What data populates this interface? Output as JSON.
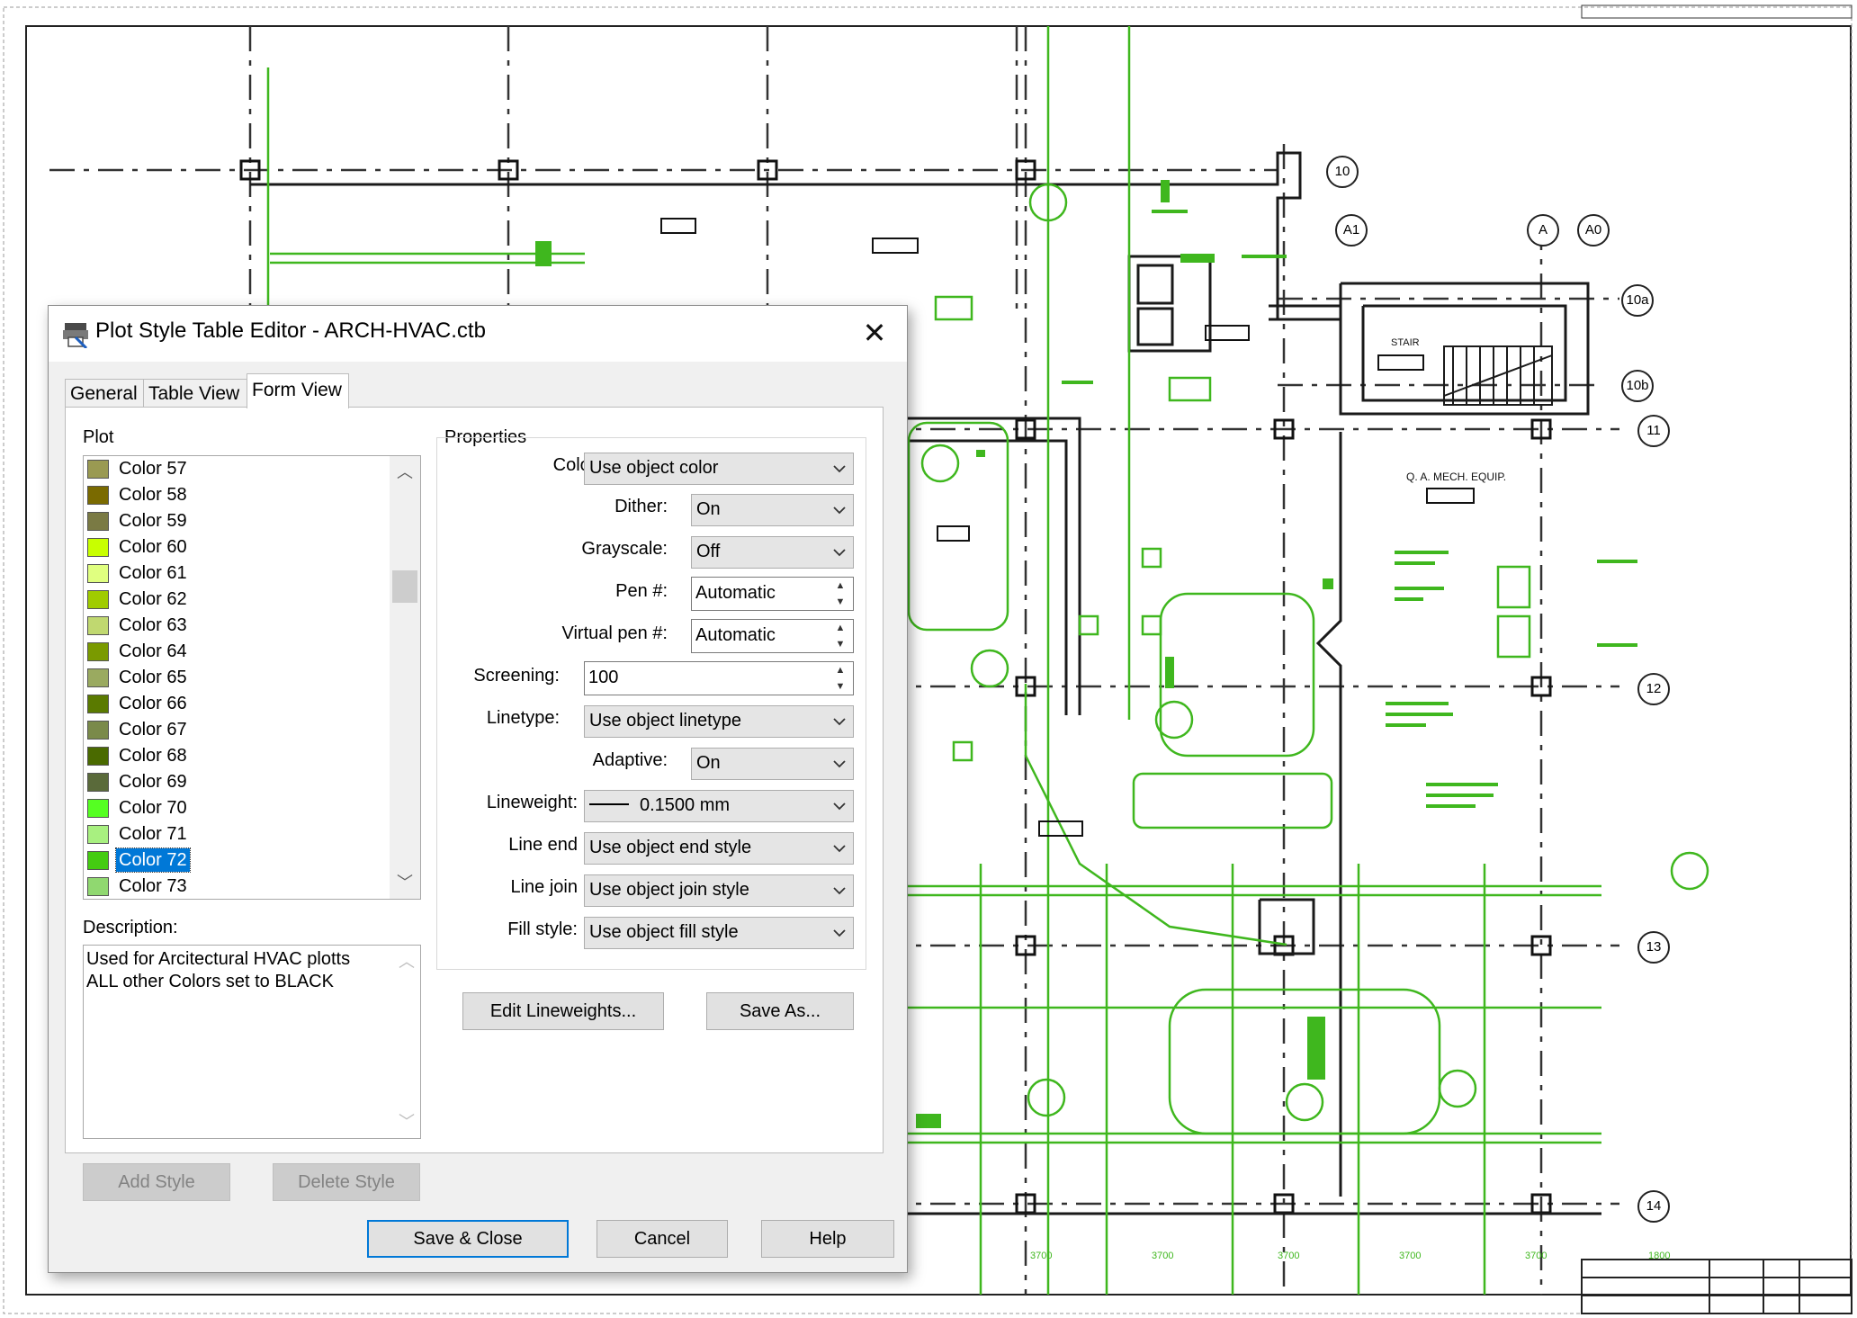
{
  "dialog": {
    "title": "Plot Style Table Editor - ARCH-HVAC.ctb",
    "close_glyph": "✕",
    "tabs": [
      {
        "label": "General",
        "active": false
      },
      {
        "label": "Table View",
        "active": false
      },
      {
        "label": "Form View",
        "active": true
      }
    ]
  },
  "plot": {
    "label": "Plot",
    "items": [
      {
        "label": "Color 57",
        "color": "#9a9a52"
      },
      {
        "label": "Color 58",
        "color": "#7a6a00"
      },
      {
        "label": "Color 59",
        "color": "#7a7a44"
      },
      {
        "label": "Color 60",
        "color": "#c8ff00"
      },
      {
        "label": "Color 61",
        "color": "#e0ff80"
      },
      {
        "label": "Color 62",
        "color": "#a0cc00"
      },
      {
        "label": "Color 63",
        "color": "#c0d870"
      },
      {
        "label": "Color 64",
        "color": "#7a9a00"
      },
      {
        "label": "Color 65",
        "color": "#9aaa60"
      },
      {
        "label": "Color 66",
        "color": "#5a7a00"
      },
      {
        "label": "Color 67",
        "color": "#7a8a4a"
      },
      {
        "label": "Color 68",
        "color": "#4a6a00"
      },
      {
        "label": "Color 69",
        "color": "#5a6a3a"
      },
      {
        "label": "Color 70",
        "color": "#55ff22"
      },
      {
        "label": "Color 71",
        "color": "#a8f080"
      },
      {
        "label": "Color 72",
        "color": "#44cc11",
        "selected": true
      },
      {
        "label": "Color 73",
        "color": "#90d870"
      }
    ]
  },
  "description": {
    "label": "Description:",
    "lines": [
      "Used for Arcitectural HVAC plotts",
      "ALL other Colors set to BLACK"
    ]
  },
  "buttons": {
    "add_style": "Add Style",
    "delete_style": "Delete Style",
    "edit_lineweights": "Edit Lineweights...",
    "save_as": "Save As...",
    "save_close": "Save & Close",
    "cancel": "Cancel",
    "help": "Help"
  },
  "properties": {
    "label": "Properties",
    "color": {
      "label": "Color:",
      "value": "Use object color"
    },
    "dither": {
      "label": "Dither:",
      "value": "On"
    },
    "grayscale": {
      "label": "Grayscale:",
      "value": "Off"
    },
    "pen": {
      "label": "Pen #:",
      "value": "Automatic"
    },
    "virtual_pen": {
      "label": "Virtual pen #:",
      "value": "Automatic"
    },
    "screening": {
      "label": "Screening:",
      "value": "100"
    },
    "linetype": {
      "label": "Linetype:",
      "value": "Use object linetype"
    },
    "adaptive": {
      "label": "Adaptive:",
      "value": "On"
    },
    "lineweight": {
      "label": "Lineweight:",
      "value": "0.1500 mm"
    },
    "line_end": {
      "label": "Line end",
      "value": "Use object end style"
    },
    "line_join": {
      "label": "Line join",
      "value": "Use object join style"
    },
    "fill_style": {
      "label": "Fill style:",
      "value": "Use object fill style"
    }
  },
  "drawing": {
    "grid_bubbles": [
      "10",
      "A1",
      "A",
      "A0",
      "10a",
      "10b",
      "11",
      "12",
      "13",
      "14"
    ],
    "room_tags": [
      "STAIR",
      "Q. A. MECH. EQUIP."
    ],
    "dims": [
      "3700",
      "3700",
      "3700",
      "3700",
      "3700",
      "1800"
    ],
    "colors": {
      "hvac": "#3fb71e",
      "arch": "#1a1a1a"
    }
  }
}
